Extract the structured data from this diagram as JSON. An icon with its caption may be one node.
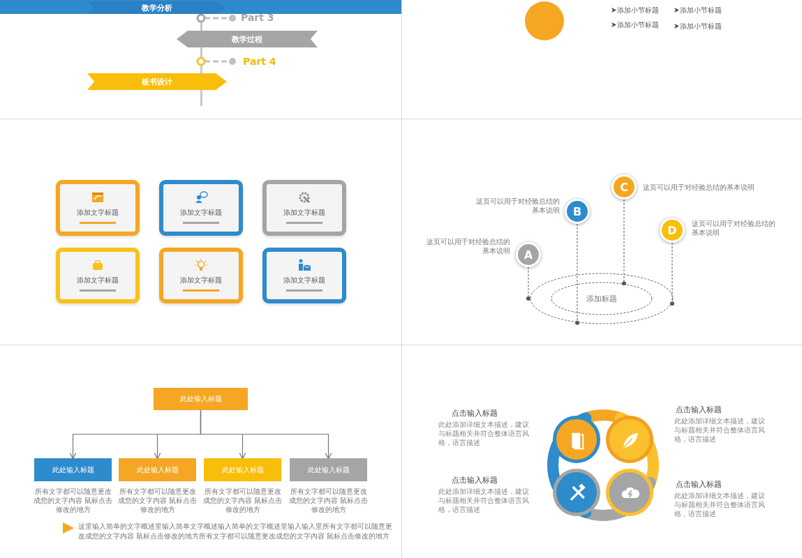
{
  "diagram": {
    "nodes": [
      {
        "text": [
          "教学分析"
        ]
      },
      {
        "text": [
          "教学过程"
        ]
      },
      {
        "text": [
          "板书设计"
        ]
      },
      {
        "text": [],
        "shape": "circle"
      },
      {
        "text": [
          "添加文字标题"
        ]
      },
      {
        "text": [
          "添加文字标题"
        ]
      },
      {
        "text": [
          "添加文字标题"
        ]
      },
      {
        "text": [
          "添加文字标题"
        ]
      },
      {
        "text": [
          "添加文字标题"
        ]
      },
      {
        "text": [
          "添加文字标题"
        ]
      },
      {
        "text": [
          "A"
        ],
        "beside": [
          "这页可以用于对经验总结的基本说明"
        ]
      },
      {
        "text": [
          "B"
        ],
        "beside": [
          "这页可以用于对经验总结的基本说明"
        ]
      },
      {
        "text": [
          "C"
        ],
        "beside": [
          "这页可以用于对经验总结的基本说明"
        ]
      },
      {
        "text": [
          "D"
        ],
        "beside": [
          "这页可以用于对经验总结的基本说明"
        ]
      },
      {
        "text": [],
        "shape": "ellipse"
      },
      {
        "text": [
          "添加标题"
        ],
        "in": 14
      },
      {
        "text": [
          "此处输入标题"
        ]
      },
      {
        "text": [
          "此处输入标题"
        ],
        "beside": [
          "所有文字都可以随意更改成您的文字内容 鼠标点击修改的地方"
        ]
      },
      {
        "text": [
          "此处输入标题"
        ],
        "beside": [
          "所有文字都可以随意更改成您的文字内容 鼠标点击修改的地方"
        ]
      },
      {
        "text": [
          "此处输入标题"
        ],
        "beside": [
          "所有文字都可以随意更改成您的文字内容 鼠标点击修改的地方"
        ]
      },
      {
        "text": [
          "此处输入标题"
        ],
        "beside": [
          "所有文字都可以随意更改成您的文字内容 鼠标点击修改的地方"
        ]
      },
      {
        "text": [],
        "shape": "circle",
        "beside": [
          "点击输入标题",
          "此处添加详细文本描述，建议与标题相关并符合整体语言风格，语言描述"
        ]
      },
      {
        "text": [],
        "shape": "circle",
        "beside": [
          "点击输入标题",
          "此处添加详细文本描述，建议与标题相关并符合整体语言风格，语言描述"
        ]
      },
      {
        "text": [],
        "shape": "circle",
        "beside": [
          "点击输入标题",
          "此处添加详细文本描述，建议与标题相关并符合整体语言风格，语言描述"
        ]
      },
      {
        "text": [],
        "shape": "circle",
        "beside": [
          "点击输入标题",
          "此处添加详细文本描述，建议与标题相关并符合整体语言风格，语言描述"
        ]
      }
    ],
    "edges": [
      {
        "from": 10,
        "to": 14,
        "arrow": "other",
        "style": "dashed"
      },
      {
        "from": 11,
        "to": 14,
        "arrow": "other",
        "style": "dashed"
      },
      {
        "from": 12,
        "to": 15,
        "arrow": "other",
        "style": "dashed"
      },
      {
        "from": 13,
        "to": 14,
        "arrow": "other",
        "style": "dashed"
      },
      {
        "from": 16,
        "to": 17,
        "arrow": "to"
      },
      {
        "from": 16,
        "to": 18,
        "arrow": "to"
      },
      {
        "from": 16,
        "to": 19,
        "arrow": "to"
      },
      {
        "from": 16,
        "to": 20,
        "arrow": "to"
      }
    ],
    "labels": [
      "Part 3",
      "Part 4",
      "添加小节标题",
      "添加小节标题",
      "添加小节标题",
      "添加小节标题",
      "这里输入简单的文字概述里输入简单文字概述输入简单的文字概述里输入输入里所有文字都可以随意更改成您的文字内容 鼠标点击修改的地方所有文字都可以随意更改成您的文字内容 鼠标点击修改的地方"
    ]
  }
}
